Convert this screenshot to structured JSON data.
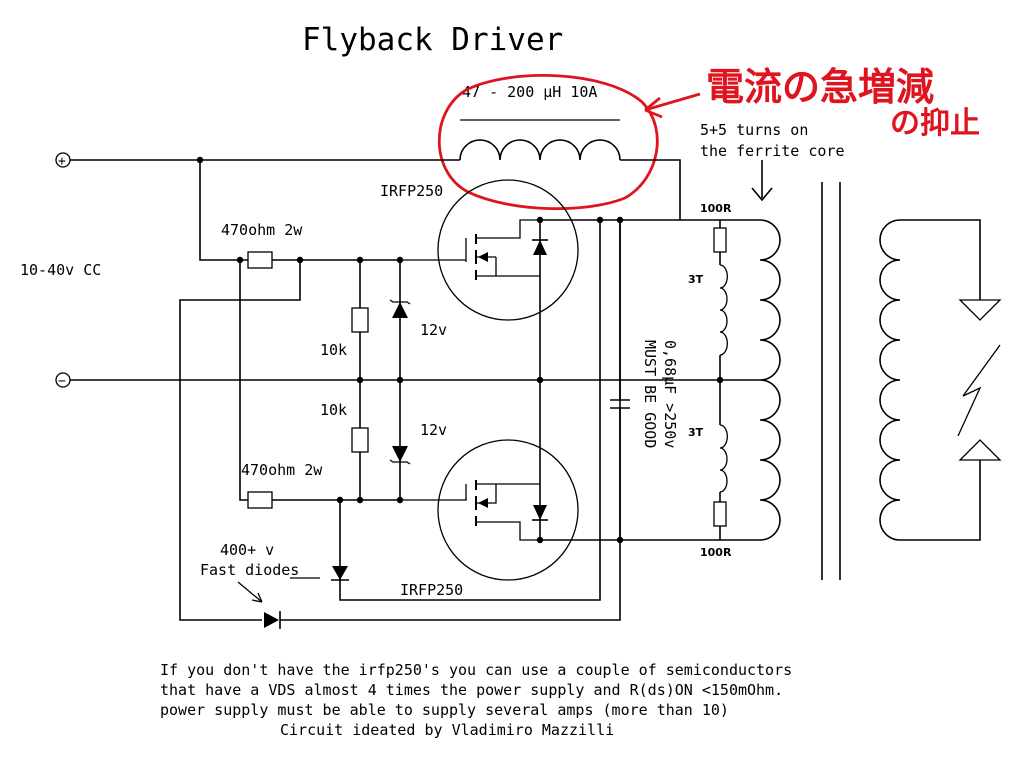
{
  "title": "Flyback Driver",
  "inductor_label": "47 - 200 µH 10A",
  "annotation": {
    "line1": "電流の急増減",
    "line2": "の抑止",
    "color": "#e0141e"
  },
  "turns_label": {
    "line1": "5+5 turns on",
    "line2": "the ferrite core"
  },
  "supply": {
    "plus": "+",
    "minus": "−",
    "label": "10-40v CC"
  },
  "mosfet_top": "IRFP250",
  "mosfet_bottom": "IRFP250",
  "resistor_top": "470ohm 2w",
  "resistor_bottom": "470ohm 2w",
  "pulldown_top": "10k",
  "pulldown_bottom": "10k",
  "zener_top": "12v",
  "zener_bottom": "12v",
  "diodes": {
    "line1": "400+ v",
    "line2": "Fast diodes"
  },
  "capacitor": {
    "line1": "0,68µF >250v",
    "line2": "MUST BE GOOD"
  },
  "snubber": {
    "r_top": "100R",
    "r_bottom": "100R",
    "t_top": "3T",
    "t_bottom": "3T"
  },
  "footer": {
    "line1": "If you don't have the irfp250's you can use a couple of semiconductors",
    "line2": "that have a VDS almost 4 times the power supply and R(ds)ON <150mOhm.",
    "line3": "power supply must be able to supply several amps (more than 10)",
    "line4": "Circuit ideated by Vladimiro Mazzilli"
  }
}
